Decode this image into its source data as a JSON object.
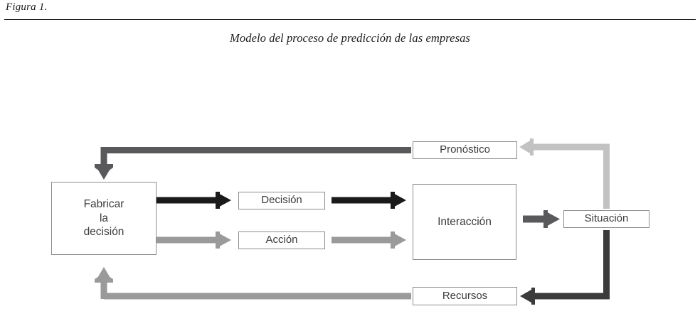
{
  "header": {
    "figure_label": "Figura 1.",
    "subtitle": "Modelo del proceso de predicción de las empresas"
  },
  "diagram": {
    "type": "flow-diagram",
    "nodes": [
      {
        "id": "fabricar",
        "label": "Fabricar\nla\ndecisión",
        "line1": "Fabricar",
        "line2": "la",
        "line3": "decisión"
      },
      {
        "id": "decision",
        "label": "Decisión"
      },
      {
        "id": "accion",
        "label": "Acción"
      },
      {
        "id": "interaccion",
        "label": "Interacción"
      },
      {
        "id": "pronostico",
        "label": "Pronóstico"
      },
      {
        "id": "recursos",
        "label": "Recursos"
      },
      {
        "id": "situacion",
        "label": "Situación"
      }
    ],
    "edges": [
      {
        "from": "fabricar",
        "to": "decision",
        "color": "#1a1a1a"
      },
      {
        "from": "decision",
        "to": "interaccion",
        "color": "#1a1a1a"
      },
      {
        "from": "fabricar",
        "to": "accion",
        "color": "#9a9a9a"
      },
      {
        "from": "accion",
        "to": "interaccion",
        "color": "#9a9a9a"
      },
      {
        "from": "interaccion",
        "to": "situacion",
        "color": "#59595b"
      },
      {
        "from": "situacion",
        "to": "pronostico",
        "color": "#c2c2c2"
      },
      {
        "from": "pronostico",
        "to": "fabricar",
        "color": "#59595b"
      },
      {
        "from": "situacion",
        "to": "recursos",
        "color": "#3b3b3b"
      },
      {
        "from": "recursos",
        "to": "fabricar",
        "color": "#9a9a9a"
      }
    ]
  },
  "colors": {
    "black": "#1a1a1a",
    "dark_gray": "#59595b",
    "mid_gray": "#9a9a9a",
    "light_gray": "#c2c2c2",
    "box_border": "#8c8c8c",
    "text": "#3b3b3b"
  }
}
